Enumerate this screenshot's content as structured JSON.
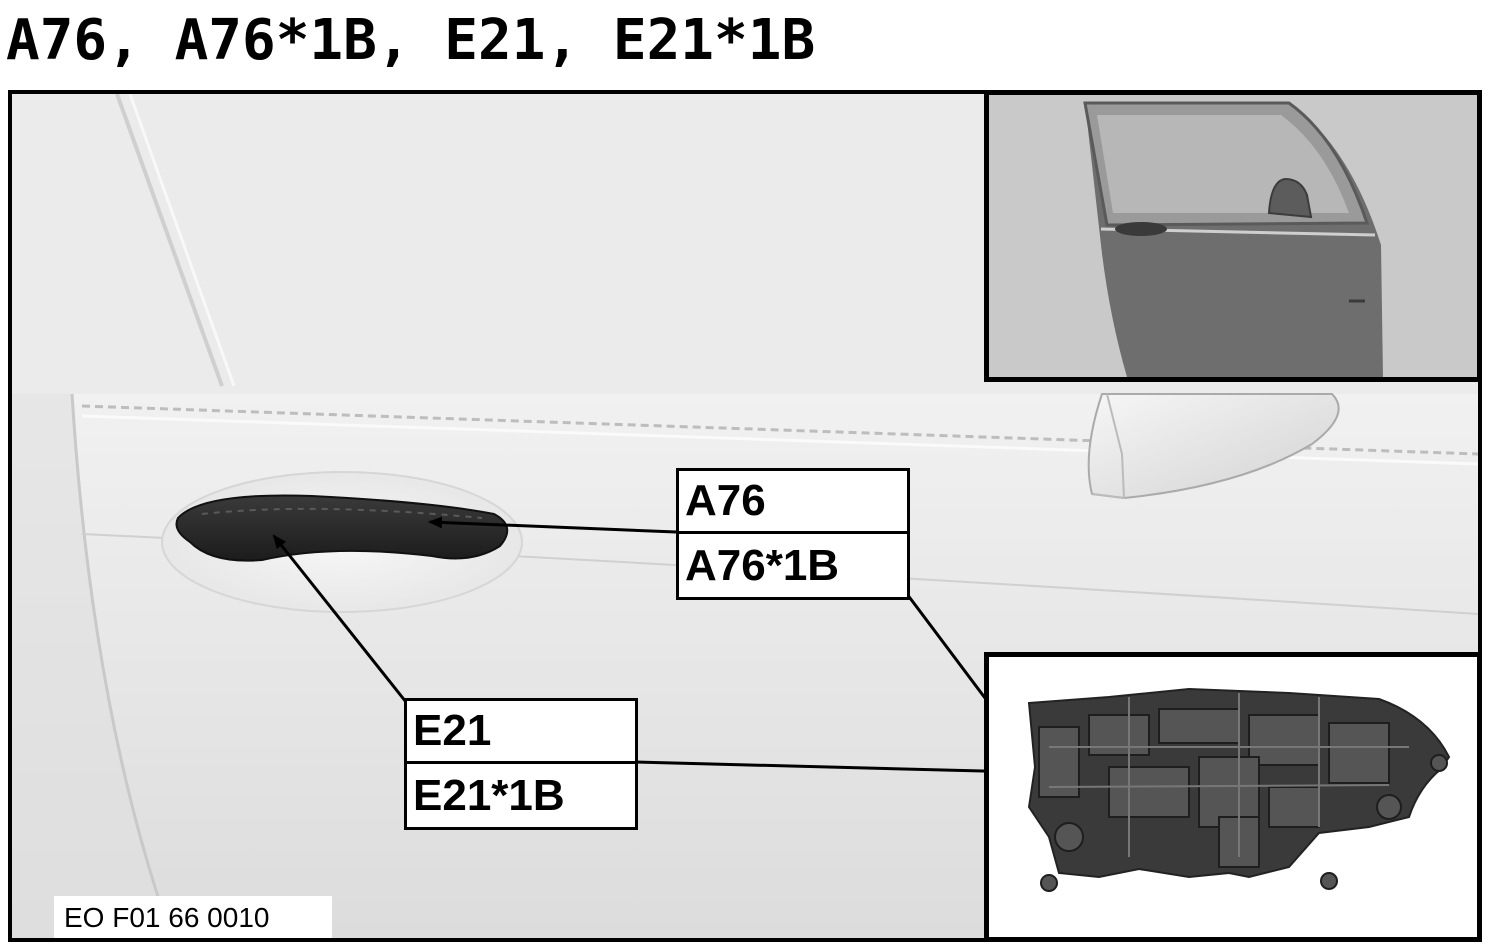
{
  "title": "A76, A76*1B, E21, E21*1B",
  "callouts": [
    {
      "id": "a76",
      "line1": "A76",
      "line2": "A76*1B"
    },
    {
      "id": "e21",
      "line1": "E21",
      "line2": "E21*1B"
    }
  ],
  "figure_code": "EO F01 66 0010"
}
